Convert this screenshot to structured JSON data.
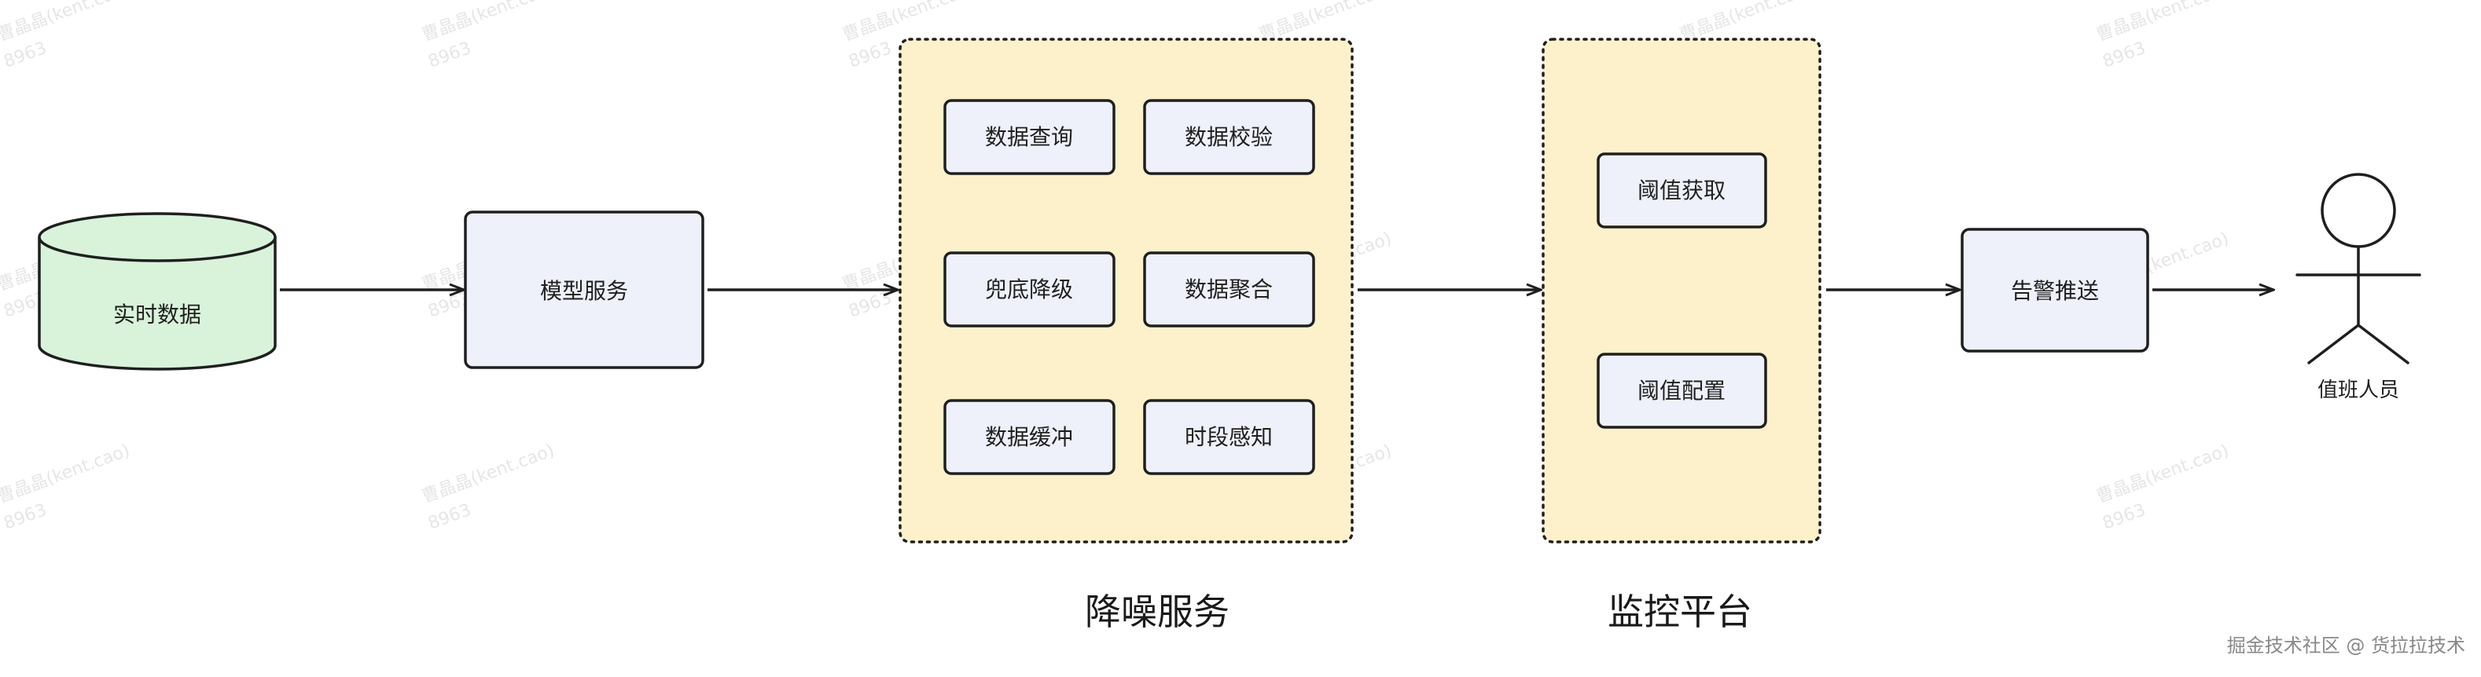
{
  "nodes": {
    "realtime_data": "实时数据",
    "model_service": "模型服务",
    "alert_push": "告警推送",
    "on_duty": "值班人员"
  },
  "denoise": {
    "title": "降噪服务",
    "items": [
      "数据查询",
      "数据校验",
      "兜底降级",
      "数据聚合",
      "数据缓冲",
      "时段感知"
    ]
  },
  "monitor": {
    "title": "监控平台",
    "items": [
      "阈值获取",
      "阈值配置"
    ]
  },
  "watermark": {
    "line1": "曹晶晶(kent.cao)",
    "line2": "8963"
  },
  "credit": "掘金技术社区 @ 货拉拉技术",
  "colors": {
    "db_fill": "#d9f2da",
    "box_fill": "#eef1f9",
    "group_fill": "#fdf1cc",
    "stroke": "#1f1f1f"
  }
}
